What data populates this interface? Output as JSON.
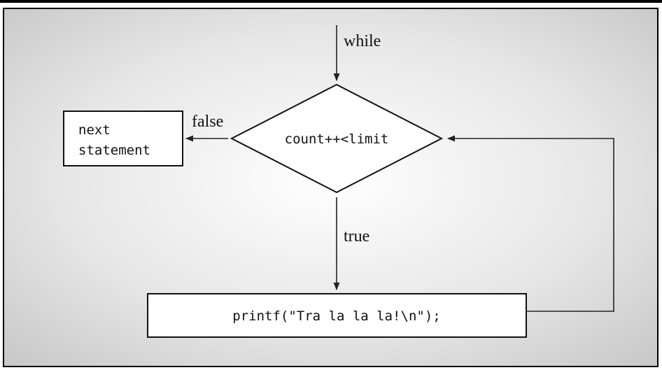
{
  "diagram": {
    "labels": {
      "while": "while",
      "false": "false",
      "true": "true"
    },
    "condition": "count++<limit",
    "next_statement": {
      "line1": "next",
      "line2": "statement"
    },
    "body_statement": "printf(\"Tra la la la!\\n\");"
  },
  "colors": {
    "frame": "#000000",
    "background_light": "#ffffff",
    "background_dark": "#c4c4c4",
    "shape_fill": "#ffffff",
    "stroke": "#222222"
  }
}
